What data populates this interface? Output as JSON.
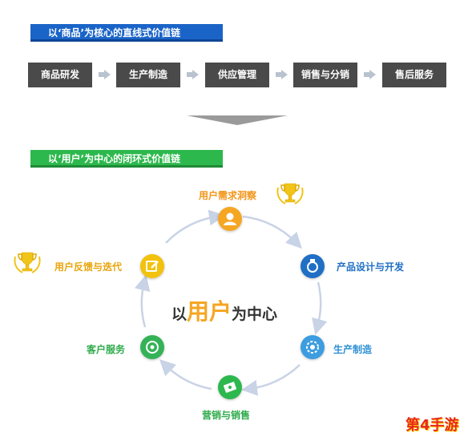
{
  "linear": {
    "title": "以‘商品’为核心的直线式价值链",
    "steps": [
      "商品研发",
      "生产制造",
      "供应管理",
      "销售与分销",
      "售后服务"
    ]
  },
  "loop": {
    "title": "以‘用户’为中心的闭环式价值链",
    "center": {
      "prefix": "以",
      "highlight": "用户",
      "suffix": "为中心"
    },
    "nodes": {
      "insight": "用户需求洞察",
      "design": "产品设计与开发",
      "manufacturing": "生产制造",
      "marketing": "营销与销售",
      "service": "客户服务",
      "feedback": "用户反馈与迭代"
    }
  },
  "watermark": "第4手游",
  "colors": {
    "blue_banner": "#1a64c8",
    "green_banner": "#2db84d",
    "chain_box": "#4a4a4a",
    "orange": "#f5a623",
    "ring": "#c9d3e6"
  }
}
